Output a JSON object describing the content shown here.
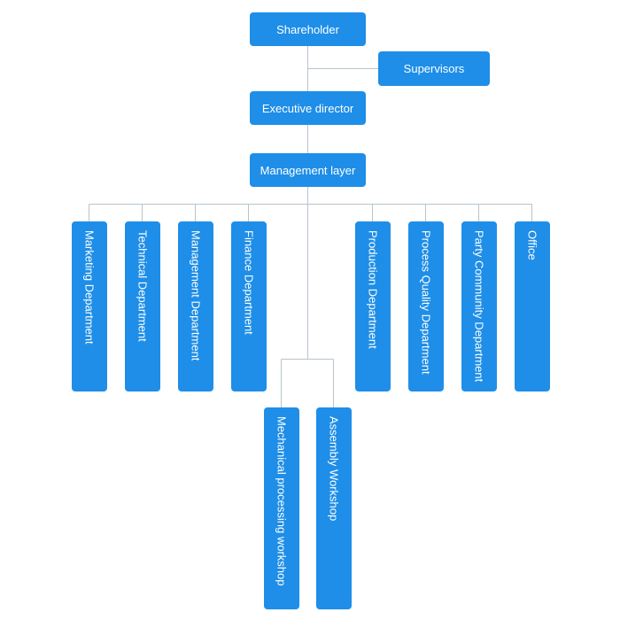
{
  "nodes": {
    "shareholder": "Shareholder",
    "supervisors": "Supervisors",
    "executive_director": "Executive director",
    "management_layer": "Management layer",
    "departments": [
      "Marketing Department",
      "Technical Department",
      "Management Department",
      "Finance Department",
      "Production Department",
      "Process Quality Department",
      "Party Community Department",
      "Office"
    ],
    "workshops": [
      "Mechanical processing workshop",
      "Assembly Workshop"
    ]
  },
  "colors": {
    "node_fill": "#1e8ee8",
    "node_text": "#ffffff",
    "connector": "#b8c4cc"
  }
}
